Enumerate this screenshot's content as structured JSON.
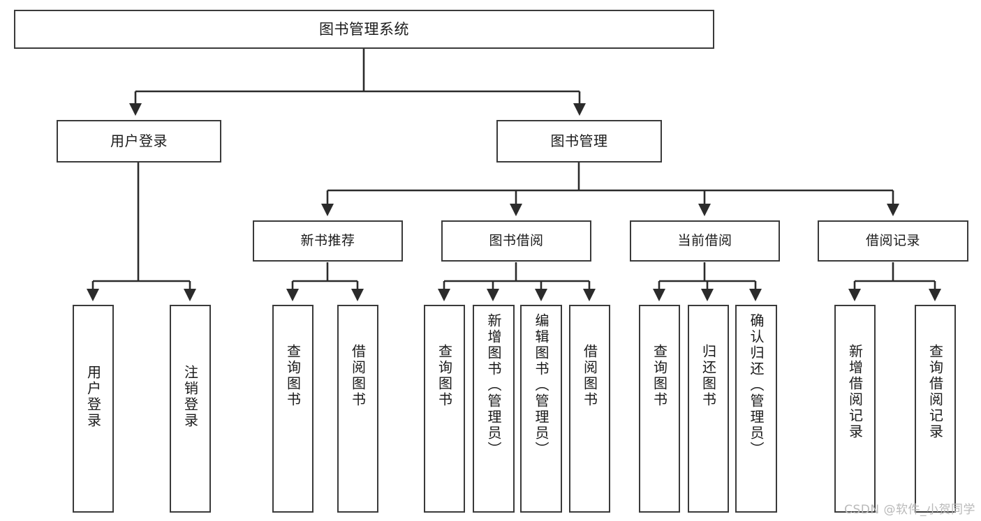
{
  "diagram": {
    "title": "图书管理系统",
    "type": "tree",
    "watermark": "CSDN @软件_小贺同学",
    "colors": {
      "box_border": "#3a3a3a",
      "box_fill": "#ffffff",
      "edge": "#2b2b2b",
      "text": "#1a1a1a",
      "watermark": "#b9b9b9",
      "background": "#ffffff"
    },
    "nodes": {
      "root": {
        "label": "图书管理系统",
        "level": 1
      },
      "level2": [
        {
          "id": "user-login",
          "label": "用户登录"
        },
        {
          "id": "book-manage",
          "label": "图书管理"
        }
      ],
      "level3": [
        {
          "id": "new-book-recommend",
          "label": "新书推荐",
          "parent": "book-manage"
        },
        {
          "id": "book-borrow",
          "label": "图书借阅",
          "parent": "book-manage"
        },
        {
          "id": "current-borrow",
          "label": "当前借阅",
          "parent": "book-manage"
        },
        {
          "id": "borrow-record",
          "label": "借阅记录",
          "parent": "book-manage"
        }
      ],
      "leaves": [
        {
          "id": "leaf-user-login",
          "label": "用户登录",
          "parent": "user-login"
        },
        {
          "id": "leaf-logout",
          "label": "注销登录",
          "parent": "user-login"
        },
        {
          "id": "leaf-query-book-1",
          "label": "查询图书",
          "parent": "new-book-recommend"
        },
        {
          "id": "leaf-borrow-book-1",
          "label": "借阅图书",
          "parent": "new-book-recommend"
        },
        {
          "id": "leaf-query-book-2",
          "label": "查询图书",
          "parent": "book-borrow"
        },
        {
          "id": "leaf-add-book",
          "label": "新增图书（管理员）",
          "parent": "book-borrow"
        },
        {
          "id": "leaf-edit-book",
          "label": "编辑图书（管理员）",
          "parent": "book-borrow"
        },
        {
          "id": "leaf-borrow-book-2",
          "label": "借阅图书",
          "parent": "book-borrow"
        },
        {
          "id": "leaf-query-book-3",
          "label": "查询图书",
          "parent": "current-borrow"
        },
        {
          "id": "leaf-return-book",
          "label": "归还图书",
          "parent": "current-borrow"
        },
        {
          "id": "leaf-confirm-return",
          "label": "确认归还（管理员）",
          "parent": "current-borrow"
        },
        {
          "id": "leaf-add-record",
          "label": "新增借阅记录",
          "parent": "borrow-record"
        },
        {
          "id": "leaf-query-record",
          "label": "查询借阅记录",
          "parent": "borrow-record"
        }
      ]
    }
  }
}
